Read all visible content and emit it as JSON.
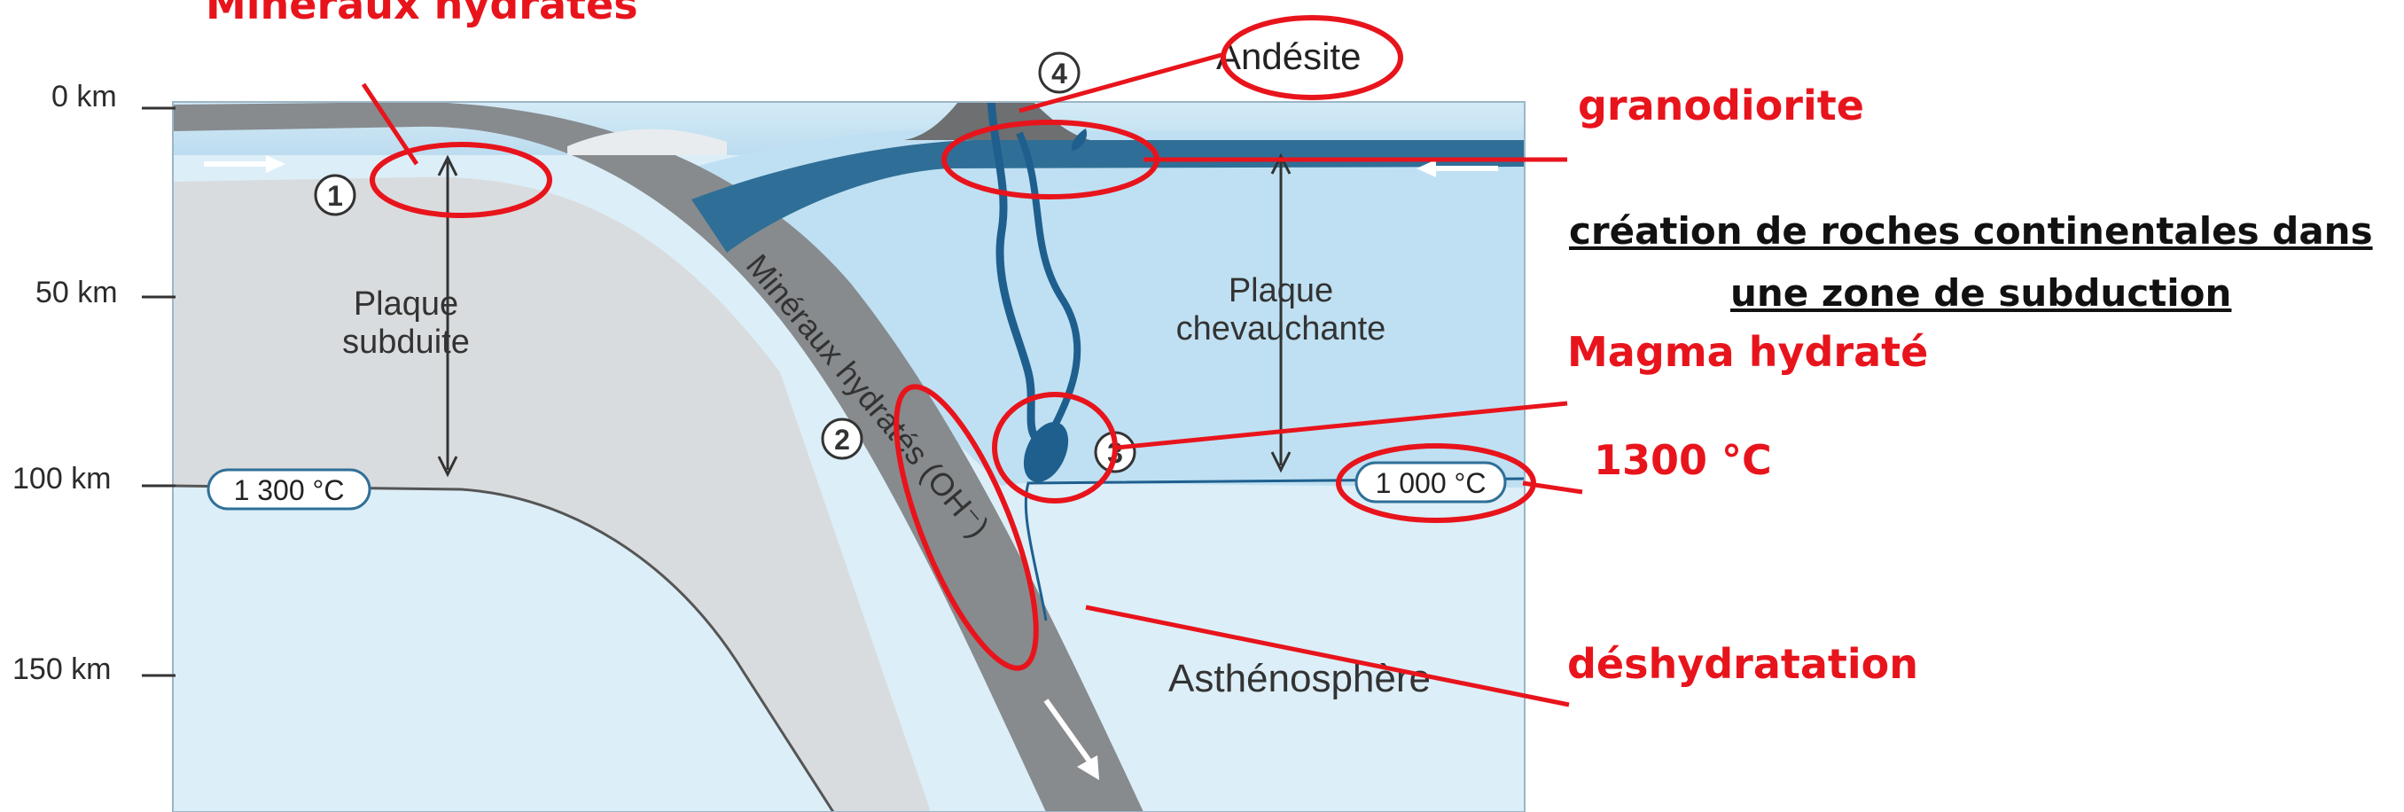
{
  "depth_axis": {
    "ticks": [
      "0 km",
      "50 km",
      "100 km",
      "150 km"
    ]
  },
  "diagram": {
    "subducted_plate_label": [
      "Plaque",
      "subduite"
    ],
    "overriding_plate_label": [
      "Plaque",
      "chevauchante"
    ],
    "asthenosphere_label": "Asthénosphère",
    "slab_label": "Minéraux hydratés (OH⁻)",
    "temp_left": "1 300 °C",
    "temp_right": "1 000 °C",
    "andesite_label": "Andésite",
    "step_numbers": [
      "1",
      "2",
      "3",
      "4"
    ]
  },
  "annotations": {
    "top_left": "Minéraux hydratés",
    "granodiorite": "granodiorite",
    "title_line1": "création de roches continentales dans",
    "title_line2": "une zone de subduction",
    "magma": "Magma hydraté",
    "temperature": "1300 °C",
    "dehydration": "déshydratation"
  },
  "colors": {
    "annotation": "#e8141c",
    "ocean": "#c7e3f3",
    "mantle_light": "#dceef8",
    "lithosphere_grey": "#d9dcde",
    "slab": "#878b8e",
    "crust_blue": "#2f6f97",
    "magma": "#1f5f8e"
  }
}
